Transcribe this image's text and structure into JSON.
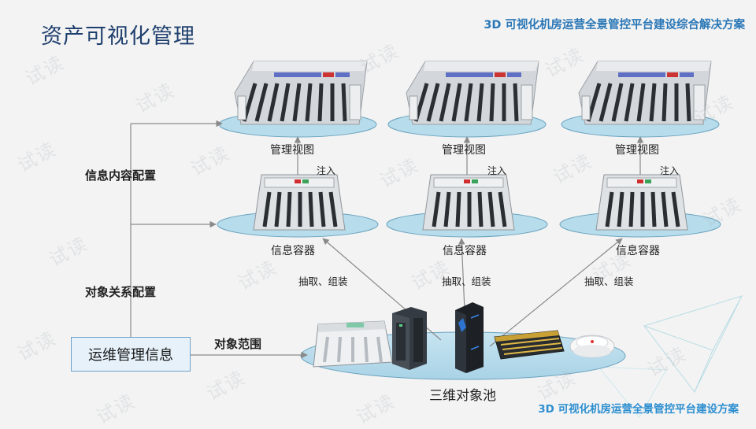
{
  "title": "资产可视化管理",
  "header_banner": "3D 可视化机房运营全景管控平台建设综合解决方案",
  "footer_banner": "3D 可视化机房运营全景管控平台建设方案",
  "watermark_text": "试读",
  "left_panel": {
    "info_content_config": "信息内容配置",
    "object_relation_config": "对象关系配置",
    "ops_info_box": "运维管理信息",
    "object_scope": "对象范围"
  },
  "columns": [
    {
      "view_label": "管理视图",
      "inject_label": "注入",
      "container_label": "信息容器",
      "extract_label": "抽取、组装"
    },
    {
      "view_label": "管理视图",
      "inject_label": "注入",
      "container_label": "信息容器",
      "extract_label": "抽取、组装"
    },
    {
      "view_label": "管理视图",
      "inject_label": "注入",
      "container_label": "信息容器",
      "extract_label": "抽取、组装"
    }
  ],
  "pool_label": "三维对象池",
  "colors": {
    "title": "#1f3f6e",
    "banner": "#2a77b6",
    "ellipse_fill": "#b7dceb",
    "ellipse_stroke": "#6aa3bf",
    "arrow": "#8a8a8a"
  },
  "icons": [
    "room-view-icon",
    "rack-container-icon",
    "server-cabinet-icon",
    "tower-server-icon",
    "storage-array-icon",
    "smoke-detector-icon"
  ]
}
